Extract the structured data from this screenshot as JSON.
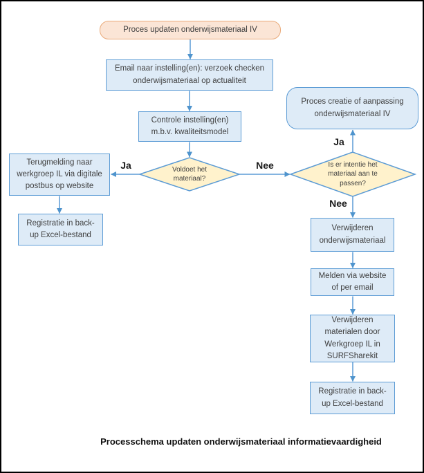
{
  "diagram": {
    "title": "Processchema updaten onderwijsmateriaal informatievaardigheid",
    "nodes": {
      "start": "Proces updaten onderwijsmateriaal IV",
      "email": "Email naar instelling(en): verzoek checken\nonderwijsmateriaal op actualiteit",
      "controle": "Controle instelling(en)\nm.b.v. kwaliteitsmodel",
      "decision_voldoet": "Voldoet het\nmateriaal?",
      "terugmelding": "Terugmelding naar\nwerkgroep IL via digitale\npostbus op website",
      "registratie_links": "Registratie in back-\nup Excel-bestand",
      "proces_creatie": "Proces creatie of aanpassing\nonderwijsmateriaal IV",
      "decision_intentie": "Is er intentie het\nmateriaal aan te\npassen?",
      "verwijderen": "Verwijderen\nonderwijsmateriaal",
      "melden": "Melden via website\nof per email",
      "verwijderen_werkgroep": "Verwijderen\nmaterialen door\nWerkgroep IL in\nSURFSharekit",
      "registratie_rechts": "Registratie in back-\nup Excel-bestand"
    },
    "branch_labels": {
      "ja_left": "Ja",
      "nee_middle": "Nee",
      "ja_right": "Ja",
      "nee_right": "Nee"
    },
    "colors": {
      "process_fill": "#deebf7",
      "process_border": "#5b9bd5",
      "decision_fill": "#fff2cc",
      "decision_border": "#5b9bd5",
      "start_fill": "#fbe5d6",
      "start_border": "#e9a978",
      "connector": "#5b9bd5",
      "text": "#3f3f3f",
      "title_text": "#111111"
    }
  }
}
